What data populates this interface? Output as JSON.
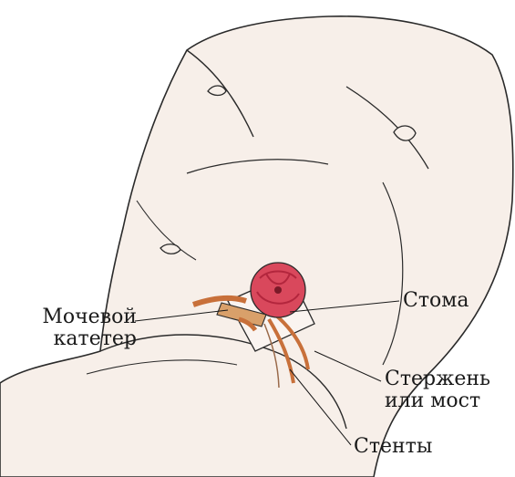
{
  "labels": {
    "catheter_line1": "Мочевой",
    "catheter_line2": "катетер",
    "stoma": "Стома",
    "rod_line1": "Стержень",
    "rod_line2": "или мост",
    "stents": "Стенты"
  },
  "colors": {
    "skin": "#f7efe9",
    "outline": "#2a2a2a",
    "stoma": "#d9485c",
    "stoma_dark": "#b3263d",
    "catheter": "#c8703a",
    "rod": "#d9a06a",
    "leader": "#1a1a1a"
  }
}
